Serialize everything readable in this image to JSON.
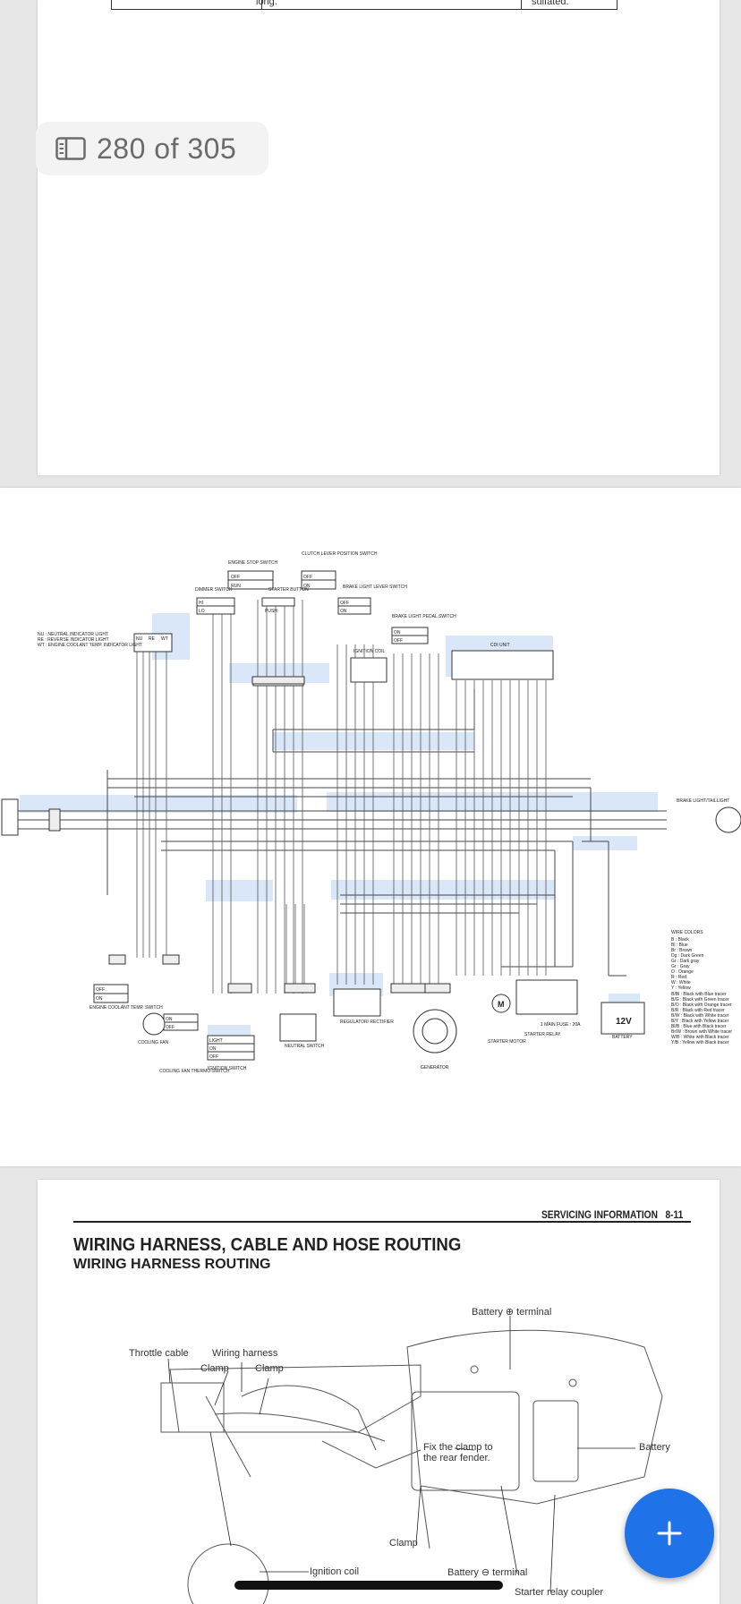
{
  "viewer": {
    "page_indicator": "280 of 305",
    "indicator_icon": "book-icon",
    "fab_icon": "plus-icon"
  },
  "page_top": {
    "table_cells": [
      "long.",
      "sulfated."
    ]
  },
  "wiring_diagram": {
    "switches": {
      "engine_stop": "ENGINE STOP SWITCH",
      "clutch": "CLUTCH LEVER POSITION SWITCH",
      "dimmer": "DIMMER SWITCH",
      "starter": "STARTER BUTTON",
      "brake_lever": "BRAKE LIGHT LEVER SWITCH",
      "brake_pedal": "BRAKE LIGHT PEDAL SWITCH",
      "ignition_coil": "IGNITION COIL",
      "cdi": "CDI UNIT"
    },
    "states": {
      "off": "OFF",
      "run": "RUN",
      "on": "ON",
      "hi": "HI",
      "lo": "LO",
      "push": "PUSH",
      "light": "LIGHT"
    },
    "indicator_legend": [
      "NU : NEUTRAL INDICATOR LIGHT",
      "RE : REVERSE INDICATOR LIGHT",
      "WT : ENGINE COOLANT TEMP. INDICATOR LIGHT"
    ],
    "indicator_codes": [
      "NU",
      "RE",
      "WT"
    ],
    "brake_tail": "BRAKE LIGHT/TAILLIGHT",
    "bottom": {
      "coolant_switch": "ENGINE COOLANT TEMP. SWITCH",
      "cooling_fan": "COOLING FAN",
      "fan_thermo": "COOLING FAN THERMO-SWITCH",
      "ignition_switch": "IGNITION SWITCH",
      "neutral_switch": "NEUTRAL SWITCH",
      "regulator": "REGULATOR/ RECTIFIER",
      "generator": "GENERATOR",
      "starter_motor": "STARTER MOTOR",
      "starter_relay": "STARTER RELAY",
      "main_fuse": "1 MAIN FUSE : 20A",
      "battery": "BATTERY",
      "battery_voltage": "12V",
      "motor_symbol": "M"
    },
    "wire_colors_title": "WIRE COLORS",
    "wire_colors": [
      "B : Black",
      "Bl : Blue",
      "Br : Brown",
      "Dg : Dark Green",
      "Gr : Dark gray",
      "Gr : Gray",
      "O : Orange",
      "R : Red",
      "W : White",
      "Y : Yellow",
      "B/Bl : Black with Blue tracer",
      "B/G : Black with Green tracer",
      "B/O : Black with Orange tracer",
      "B/R : Black with Red tracer",
      "B/W : Black with White tracer",
      "B/Y : Black with Yellow tracer",
      "Bl/B : Blue with Black tracer",
      "Br/W : Brown with White tracer",
      "W/B : White with Black tracer",
      "Y/B : Yellow with Black tracer"
    ]
  },
  "manual_page": {
    "section": "SERVICING INFORMATION",
    "page_no": "8-11",
    "title": "WIRING HARNESS, CABLE AND HOSE ROUTING",
    "subtitle": "WIRING HARNESS ROUTING",
    "callouts": {
      "battery_pos": "Battery ⊕ terminal",
      "throttle": "Throttle cable",
      "harness": "Wiring harness",
      "clamp1": "Clamp",
      "clamp2": "Clamp",
      "battery": "Battery",
      "fix_clamp": "Fix the clamp to the rear fender.",
      "clamp3": "Clamp",
      "ignition_coil": "Ignition coil",
      "battery_neg": "Battery ⊖ terminal",
      "relay_coupler": "Starter relay coupler"
    }
  }
}
